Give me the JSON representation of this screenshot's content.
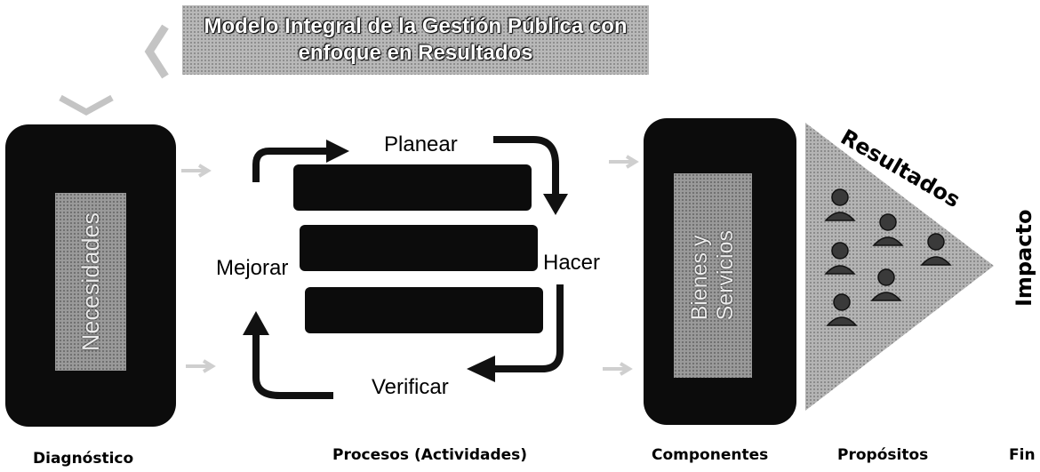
{
  "banner": {
    "line1": "Modelo Integral de la Gestión Pública con",
    "line2": "enfoque en Resultados"
  },
  "diagnostic_box": {
    "label": "Necesidades"
  },
  "cycle": {
    "planear": "Planear",
    "hacer": "Hacer",
    "verificar": "Verificar",
    "mejorar": "Mejorar"
  },
  "components_box": {
    "label_line1": "Bienes y",
    "label_line2": "Servicios"
  },
  "triangle": {
    "resultados": "Resultados",
    "impacto": "Impacto"
  },
  "bottom_labels": {
    "diagnostico": "Diagnóstico",
    "procesos": "Procesos (Actividades)",
    "componentes": "Componentes",
    "propositos": "Propósitos",
    "fin": "Fin"
  },
  "colors": {
    "box": "#0c0c0c",
    "gray": "#9a9a9a",
    "triangle": "#a8a8a8"
  },
  "icons": [
    "chevron-left-icon",
    "chevron-down-icon",
    "arrow-right-icon",
    "people-icon"
  ]
}
